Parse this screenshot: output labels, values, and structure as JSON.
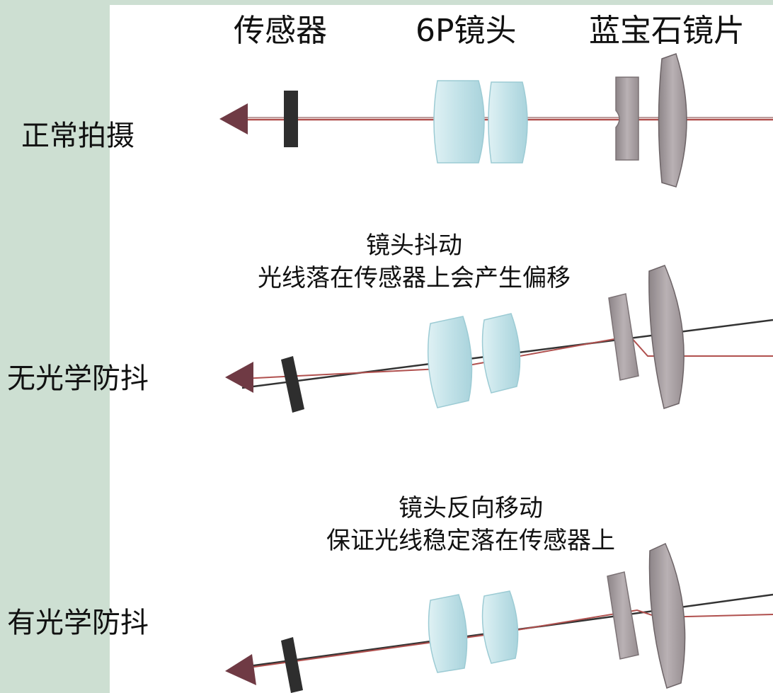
{
  "headers": {
    "sensor": "传感器",
    "lens_6p": "6P镜头",
    "sapphire": "蓝宝石镜片"
  },
  "rows": [
    {
      "label": "正常拍摄"
    },
    {
      "label": "无光学防抖",
      "caption_line1": "镜头抖动",
      "caption_line2": "光线落在传感器上会产生偏移"
    },
    {
      "label": "有光学防抖",
      "caption_line1": "镜头反向移动",
      "caption_line2": "保证光线稳定落在传感器上"
    }
  ],
  "colors": {
    "panel": "#cddfd2",
    "ray_red": "#b0504e",
    "ray_dark": "#333333",
    "arrow": "#6f3a44",
    "sensor": "#2e2e2e",
    "lens_blue": "#c9e4ea",
    "lens_gray": "#a9a0a3"
  }
}
